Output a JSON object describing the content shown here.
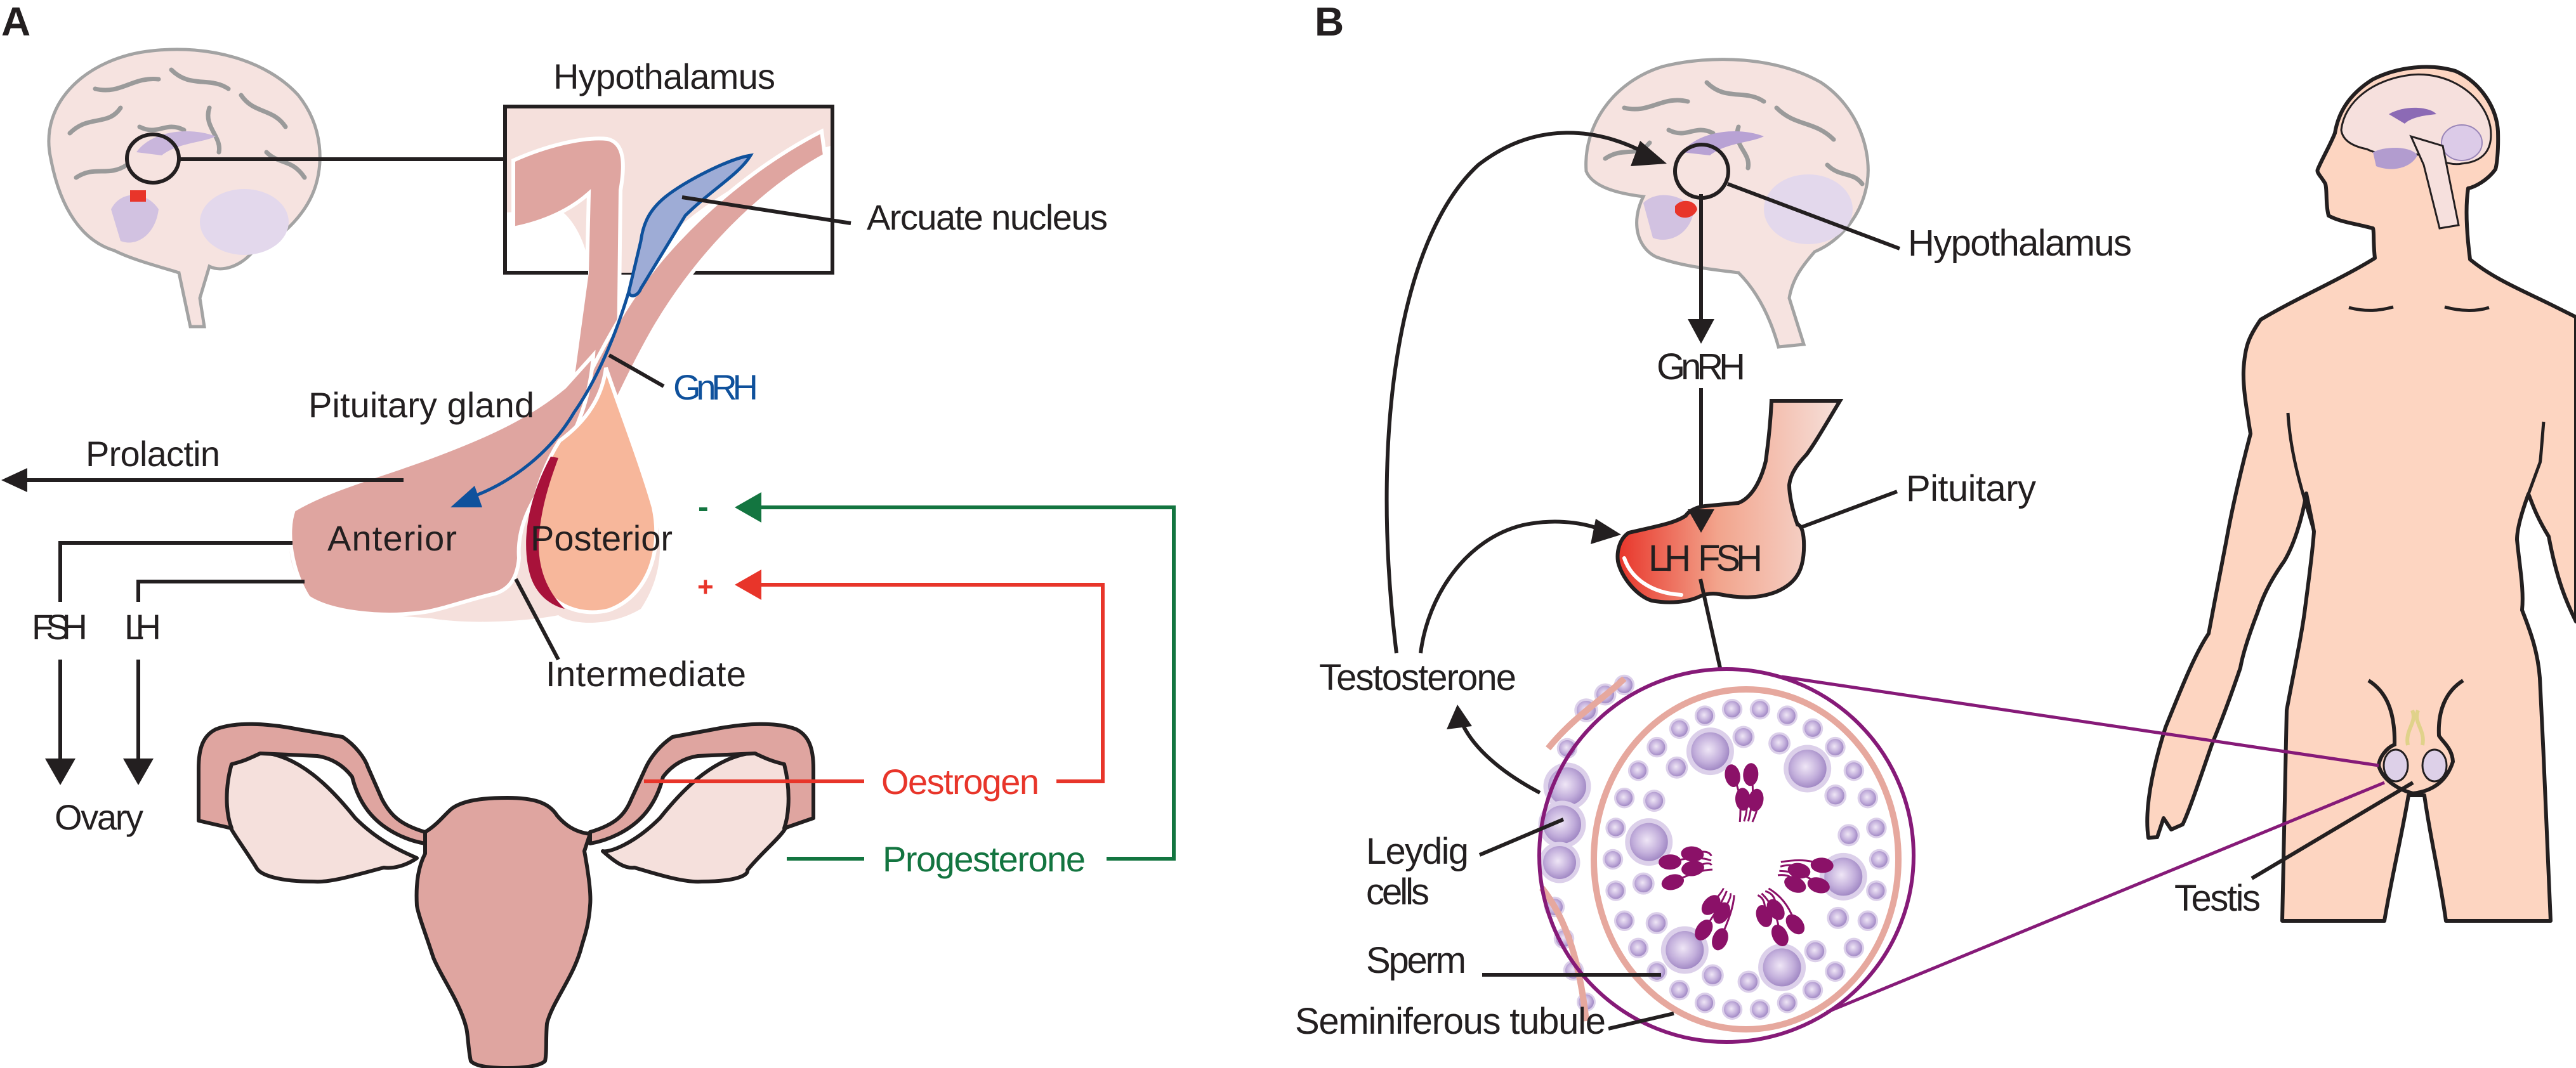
{
  "figure": {
    "domain": "reproductive endocrinology",
    "colors": {
      "ink": "#231f20",
      "gnrh_blue": "#0f519c",
      "oestrogen_red": "#e8352a",
      "progesterone_green": "#137540",
      "tubule_purple": "#861a78",
      "anterior_pink": "#dfa5a0",
      "posterior_peach": "#f7b79b",
      "tissue_light_pink": "#f5e0dc",
      "skin": "#fdd5c1",
      "cell_lilac": "#c7b3dc",
      "sperm_magenta": "#8b1168"
    }
  },
  "panel_a": {
    "label": "A",
    "hypothalamus": "Hypothalamus",
    "arcuate_nucleus": "Arcuate nucleus",
    "gnrh": "GnRH",
    "pituitary_gland": "Pituitary gland",
    "prolactin": "Prolactin",
    "anterior": "Anterior",
    "posterior": "Posterior",
    "intermediate": "Intermediate",
    "fsh": "FSH",
    "lh": "LH",
    "ovary": "Ovary",
    "negative_feedback_sign": "-",
    "positive_feedback_sign": "+",
    "oestrogen": "Oestrogen",
    "progesterone": "Progesterone"
  },
  "panel_b": {
    "label": "B",
    "hypothalamus": "Hypothalamus",
    "gnrh": "GnRH",
    "pituitary": "Pituitary",
    "lh_fsh": "LH  FSH",
    "testosterone": "Testosterone",
    "leydig_line1": "Leydig",
    "leydig_line2": "cells",
    "sperm": "Sperm",
    "seminiferous_tubule": "Seminiferous tubule",
    "testis": "Testis"
  }
}
